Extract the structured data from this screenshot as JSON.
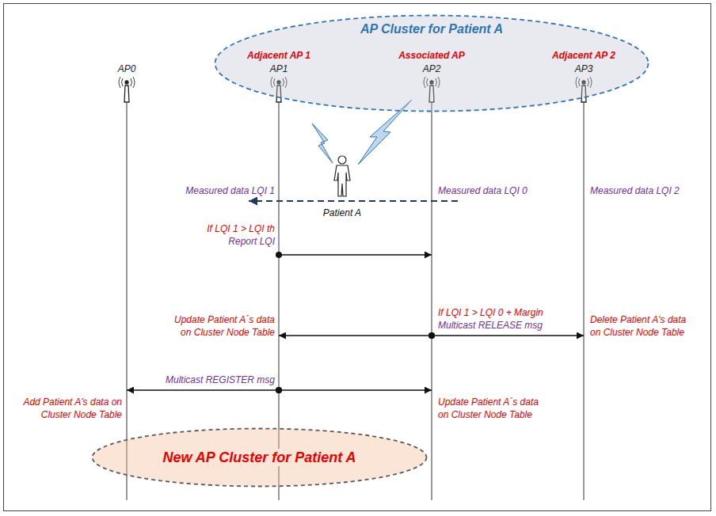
{
  "diagram": {
    "nodes": [
      {
        "text": [
          "AP Cluster for Patient A"
        ]
      },
      {
        "text": [
          "AP0"
        ]
      },
      {
        "text": [
          "Adjacent AP 1",
          "AP1"
        ],
        "in": 0
      },
      {
        "text": [
          "Associated AP",
          "AP2"
        ],
        "in": 0
      },
      {
        "text": [
          "Adjacent AP 2",
          "AP3"
        ],
        "in": 0
      },
      {
        "text": [
          "New AP Cluster for Patient A"
        ]
      }
    ],
    "edges": [
      {
        "from": 2,
        "to": 3,
        "arrow": "to"
      },
      {
        "from": 3,
        "to": 2,
        "arrow": "to"
      },
      {
        "from": 3,
        "to": 4,
        "arrow": "to"
      },
      {
        "from": 2,
        "to": 1,
        "arrow": "to"
      },
      {
        "from": 2,
        "to": 3,
        "arrow": "to"
      }
    ],
    "labels": [
      "Measured data LQI 1",
      "Measured data LQI 0",
      "Measured data LQI 2",
      "Patient A",
      "If LQI 1 > LQI th",
      "Report LQI",
      "If LQI 1 > LQI 0 + Margin",
      "Multicast RELEASE msg",
      "Update Patient A´s data on Cluster Node Table",
      "Delete Patient A's data on Cluster Node Table",
      "Multicast REGISTER msg",
      "Add Patient A's data on Cluster Node Table",
      "Update Patient A´s data on Cluster Node Table"
    ]
  }
}
